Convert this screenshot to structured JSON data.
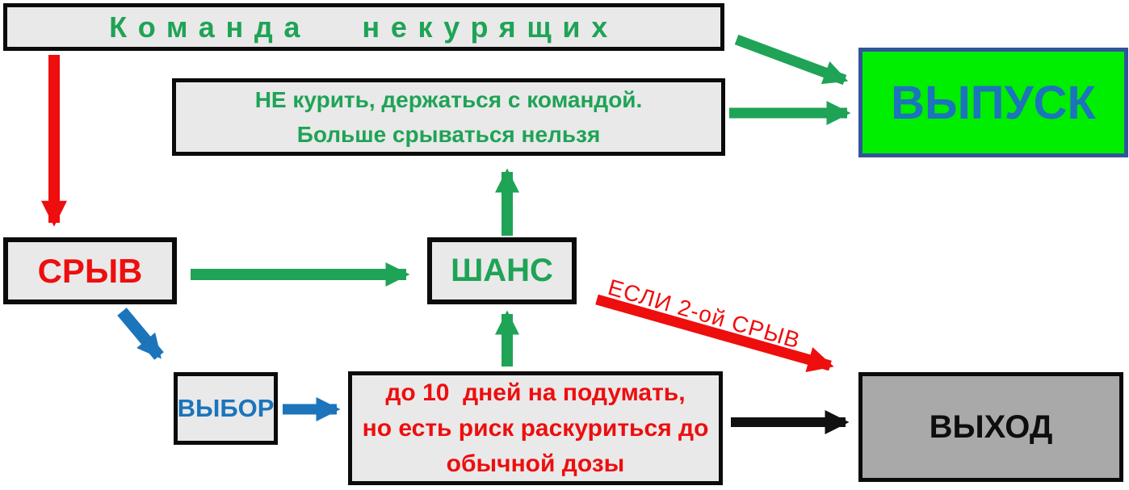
{
  "nodes": {
    "team": {
      "label": "Команда некурящих"
    },
    "rule": {
      "text": "НЕ курить, держаться с командой.\nБольше срываться нельзя"
    },
    "graduation": {
      "label": "ВЫПУСК"
    },
    "relapse": {
      "label": "СРЫВ"
    },
    "chance": {
      "label": "ШАНС"
    },
    "choice": {
      "label": "ВЫБОР"
    },
    "think": {
      "text": "до 10  дней на подумать,\nно есть риск раскуриться до\nобычной дозы"
    },
    "exit": {
      "label": "ВЫХОД"
    }
  },
  "edges": {
    "if_second_relapse": {
      "label": "ЕСЛИ 2-ой СРЫВ"
    }
  },
  "colors": {
    "green": "#1FA356",
    "bright_green_fill": "#00EE00",
    "red": "#EE0E0E",
    "blue": "#1C74BB",
    "navy_border": "#31549B",
    "black": "#0B0B0B",
    "node_fill": "#E9E9E9",
    "exit_fill": "#A9A9A9",
    "background": "#FFFFFF"
  }
}
